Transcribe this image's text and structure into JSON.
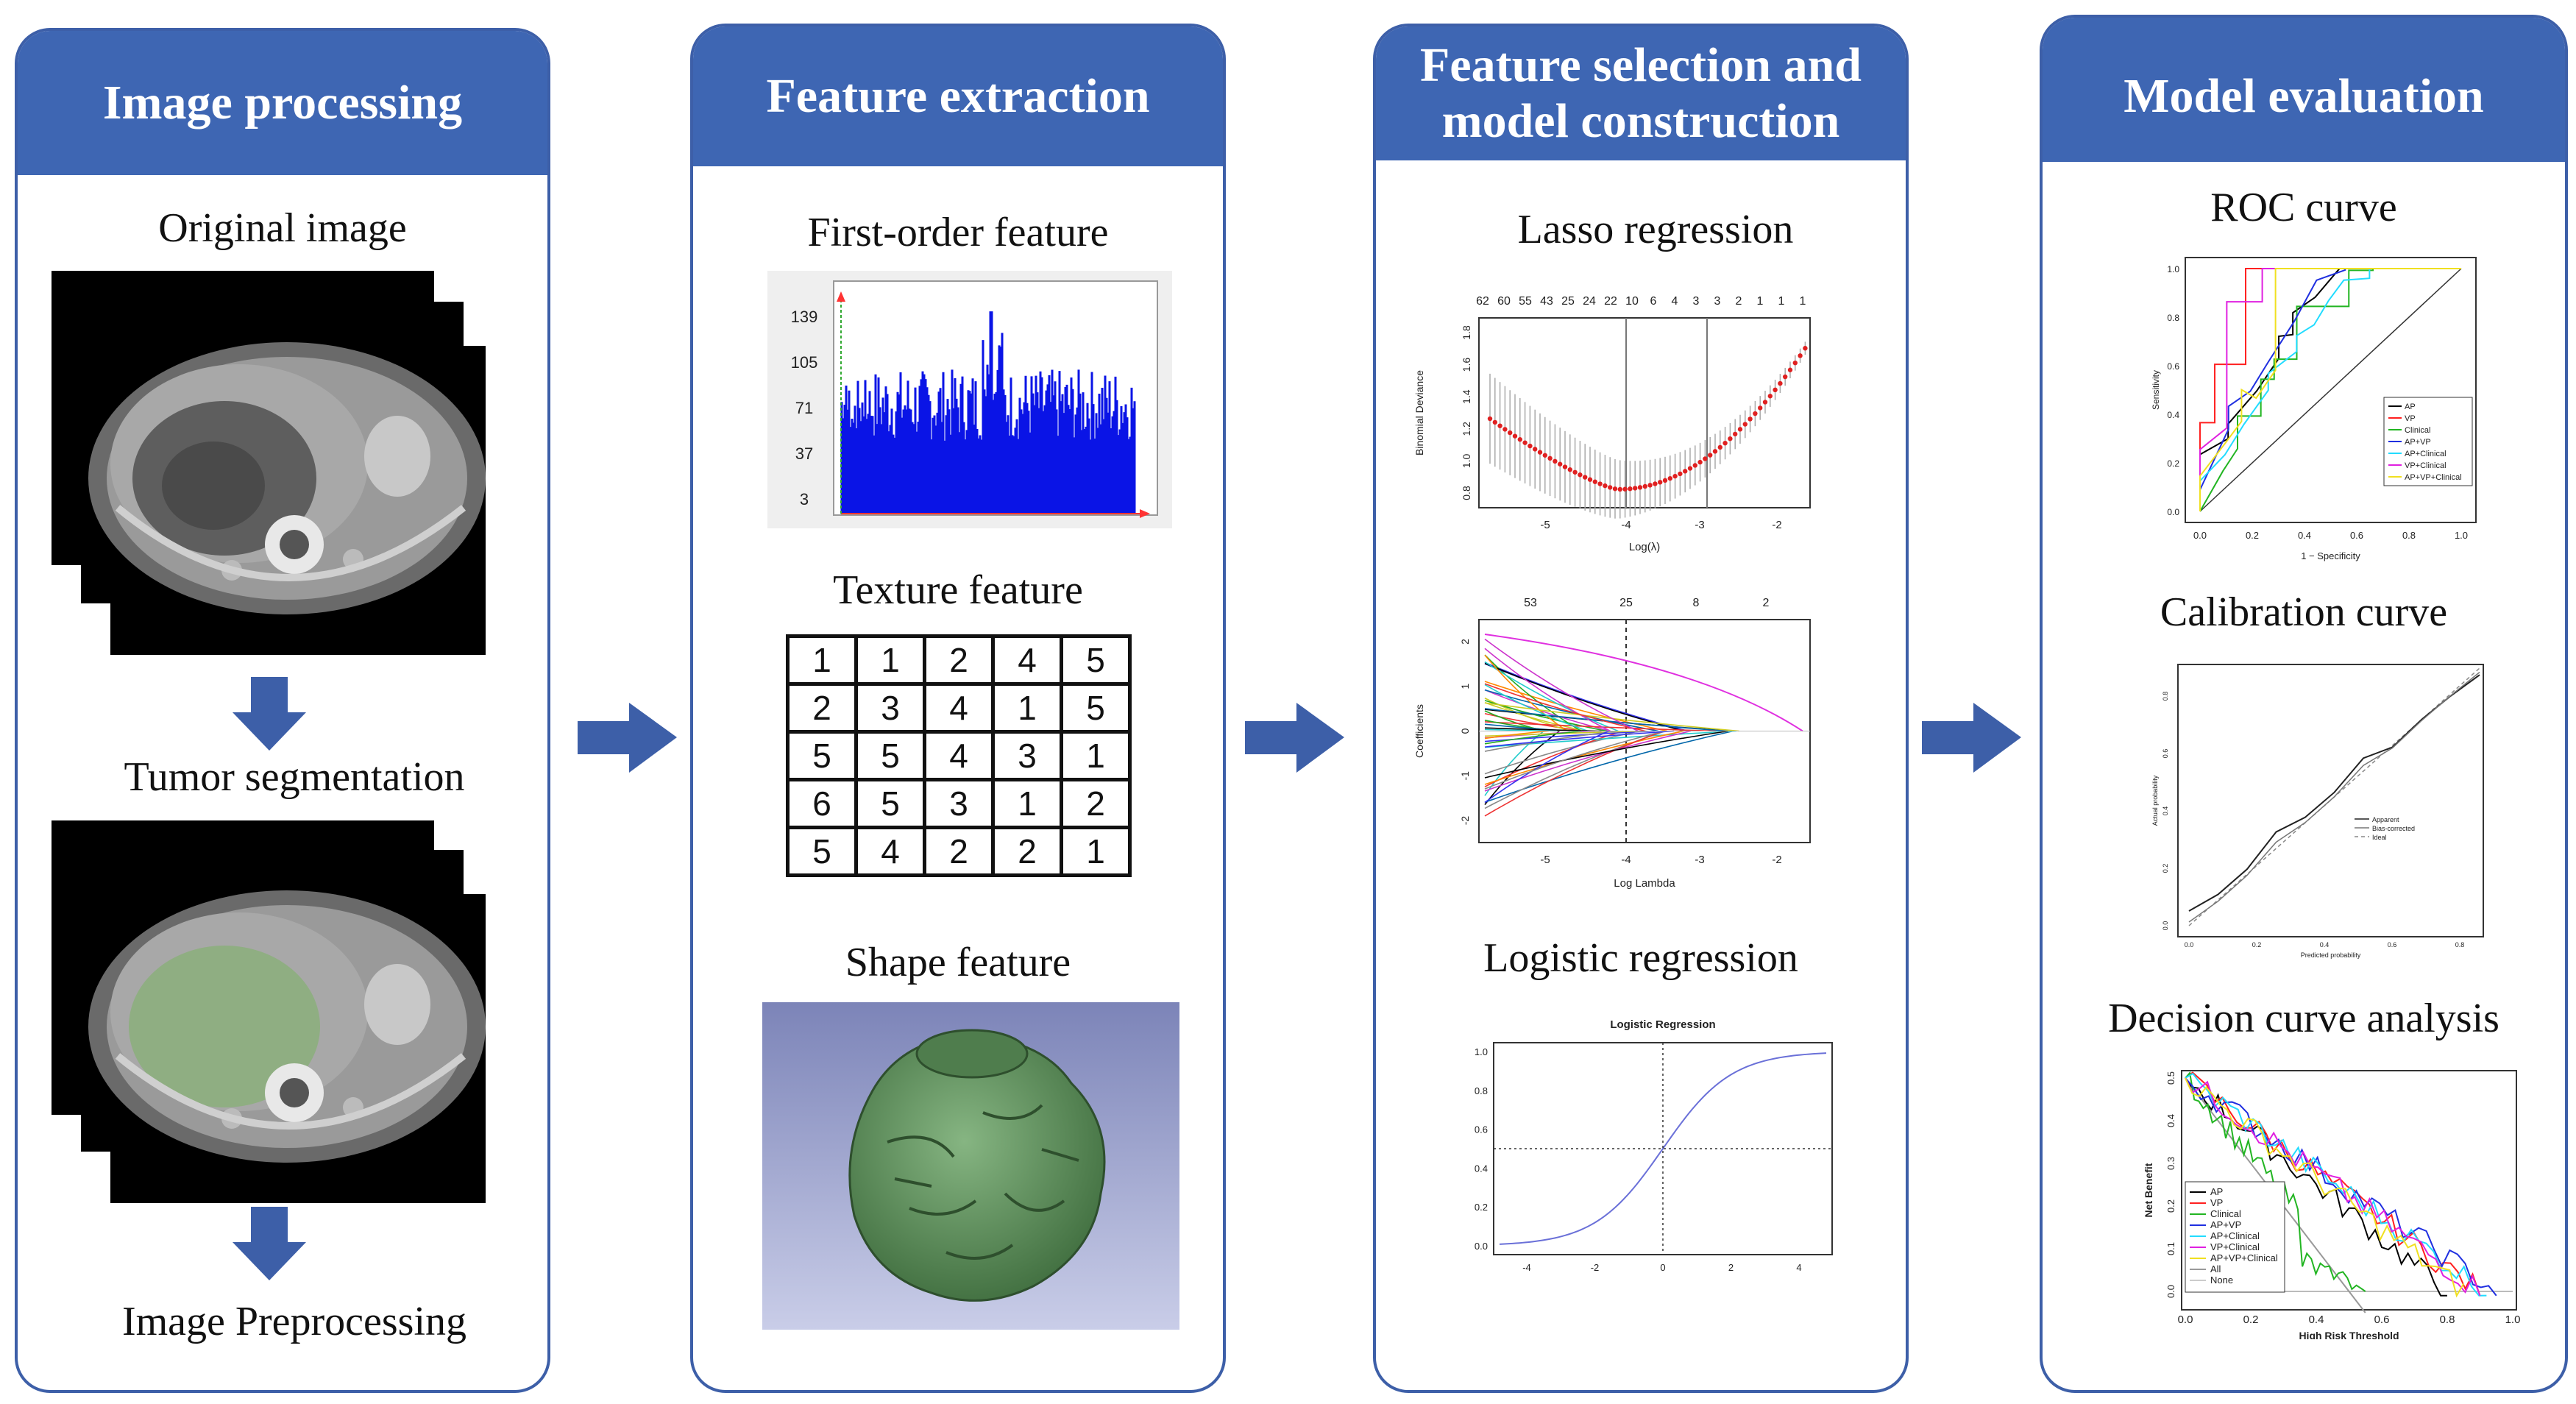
{
  "panels": {
    "p1": {
      "title": "Image processing",
      "original_label": "Original image",
      "segmentation_label": "Tumor segmentation",
      "preprocessing_label": "Image Preprocessing"
    },
    "p2": {
      "title": "Feature extraction",
      "first_order_label": "First-order feature",
      "texture_label": "Texture feature",
      "shape_label": "Shape feature"
    },
    "p3": {
      "title_line1": "Feature selection and",
      "title_line2": "model construction",
      "lasso_label": "Lasso regression",
      "logistic_label": "Logistic regression"
    },
    "p4": {
      "title": "Model evaluation",
      "roc_label": "ROC curve",
      "calibration_label": "Calibration curve",
      "dca_label": "Decision curve analysis"
    }
  },
  "histogram": {
    "y_ticks": [
      "139",
      "105",
      "71",
      "37",
      "3"
    ]
  },
  "texture_matrix": [
    [
      "1",
      "1",
      "2",
      "4",
      "5"
    ],
    [
      "2",
      "3",
      "4",
      "1",
      "5"
    ],
    [
      "5",
      "5",
      "4",
      "3",
      "1"
    ],
    [
      "6",
      "5",
      "3",
      "1",
      "2"
    ],
    [
      "5",
      "4",
      "2",
      "2",
      "1"
    ]
  ],
  "lasso_cv": {
    "top_ticks": [
      "62",
      "60",
      "55",
      "43",
      "25",
      "24",
      "22",
      "10",
      "6",
      "4",
      "3",
      "3",
      "2",
      "1",
      "1",
      "1"
    ],
    "y_ticks": [
      "0.8",
      "1.0",
      "1.2",
      "1.4",
      "1.6",
      "1.8"
    ],
    "x_ticks": [
      "-5",
      "-4",
      "-3",
      "-2"
    ],
    "ylabel": "Binomial Deviance",
    "xlabel": "Log(λ)"
  },
  "lasso_path": {
    "top_ticks": [
      "53",
      "25",
      "8",
      "2"
    ],
    "y_ticks": [
      "-2",
      "-1",
      "0",
      "1",
      "2"
    ],
    "x_ticks": [
      "-5",
      "-4",
      "-3",
      "-2"
    ],
    "ylabel": "Coefficients",
    "xlabel": "Log Lambda"
  },
  "logistic": {
    "title": "Logistic Regression",
    "y_ticks": [
      "0.0",
      "0.2",
      "0.4",
      "0.6",
      "0.8",
      "1.0"
    ],
    "x_ticks": [
      "-4",
      "-2",
      "0",
      "2",
      "4"
    ]
  },
  "roc": {
    "legend": [
      "AP",
      "VP",
      "Clinical",
      "AP+VP",
      "AP+Clinical",
      "VP+Clinical",
      "AP+VP+Clinical"
    ],
    "colors": [
      "#000000",
      "#ff2020",
      "#22b522",
      "#1f2fe0",
      "#22dcff",
      "#e020e0",
      "#f0e020"
    ],
    "x_ticks": [
      "0.0",
      "0.2",
      "0.4",
      "0.6",
      "0.8",
      "1.0"
    ],
    "y_ticks": [
      "0.0",
      "0.2",
      "0.4",
      "0.6",
      "0.8",
      "1.0"
    ],
    "xlabel": "1 − Specificity",
    "ylabel": "Sensitivity"
  },
  "calibration": {
    "legend": [
      "Apparent",
      "Bias-corrected",
      "Ideal"
    ],
    "y_ticks": [
      "0.0",
      "0.2",
      "0.4",
      "0.6",
      "0.8"
    ],
    "x_ticks": [
      "0.0",
      "0.2",
      "0.4",
      "0.6",
      "0.8"
    ],
    "xlabel": "Predicted probability",
    "ylabel": "Actual probability"
  },
  "dca": {
    "legend": [
      "AP",
      "VP",
      "Clinical",
      "AP+VP",
      "AP+Clinical",
      "VP+Clinical",
      "AP+VP+Clinical",
      "All",
      "None"
    ],
    "colors": [
      "#000000",
      "#ff2020",
      "#22b522",
      "#1f2fe0",
      "#22dcff",
      "#e020e0",
      "#f0e020",
      "#999999",
      "#cccccc"
    ],
    "x_ticks": [
      "0.0",
      "0.2",
      "0.4",
      "0.6",
      "0.8",
      "1.0"
    ],
    "y_ticks": [
      "0.0",
      "0.1",
      "0.2",
      "0.3",
      "0.4",
      "0.5"
    ],
    "xlabel": "High Risk Threshold",
    "ylabel": "Net Benefit"
  }
}
